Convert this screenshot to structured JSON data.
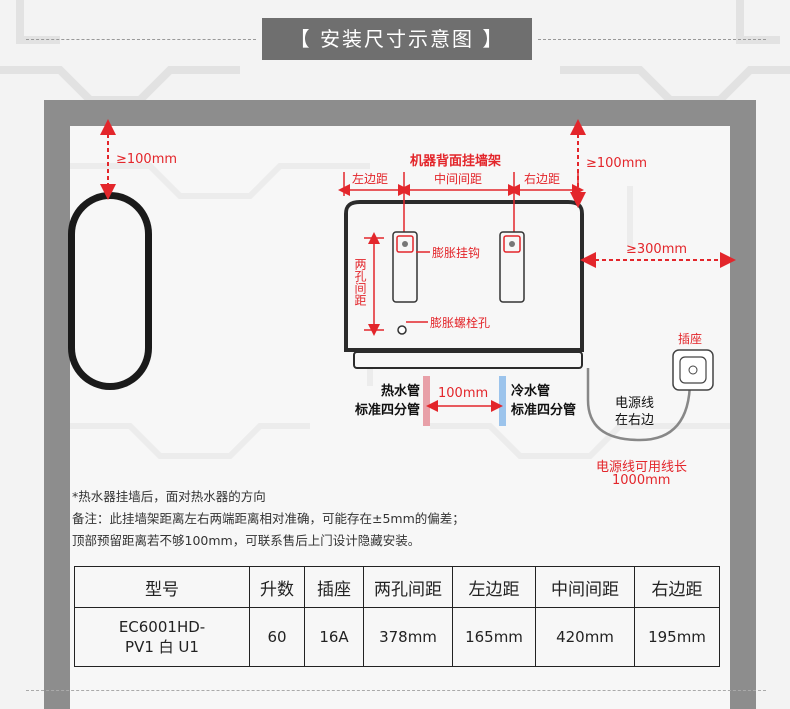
{
  "title": "【 安装尺寸示意图 】",
  "colors": {
    "red": "#e3262b",
    "gray": "#8d8d8d",
    "hot_pipe": "#e8a0a8",
    "cold_pipe": "#9cc4ec"
  },
  "labels": {
    "top_left_clearance": "≥100mm",
    "top_right_clearance": "≥100mm",
    "side_clearance": "≥300mm",
    "bracket_title": "机器背面挂墙架",
    "left_margin": "左边距",
    "center_spacing": "中间间距",
    "right_margin": "右边距",
    "hole_spacing": "两孔间距",
    "expansion_hook": "膨胀挂钩",
    "expansion_bolt_hole": "膨胀螺栓孔",
    "socket": "插座",
    "hot_pipe_line1": "热水管",
    "hot_pipe_line2": "标准四分管",
    "pipe_spacing": "100mm",
    "cold_pipe_line1": "冷水管",
    "cold_pipe_line2": "标准四分管",
    "cord_side_line1": "电源线",
    "cord_side_line2": "在右边",
    "cord_length_line1": "电源线可用线长",
    "cord_length_line2": "1000mm"
  },
  "notes": [
    "*热水器挂墙后，面对热水器的方向",
    "备注：此挂墙架距离左右两端距离相对准确，可能存在±5mm的偏差；",
    "顶部预留距离若不够100mm，可联系售后上门设计隐藏安装。"
  ],
  "table": {
    "headers": [
      "型号",
      "升数",
      "插座",
      "两孔间距",
      "左边距",
      "中间间距",
      "右边距"
    ],
    "row": {
      "model_line1": "EC6001HD-",
      "model_line2": "PV1 白 U1",
      "liters": "60",
      "socket": "16A",
      "hole_spacing": "378mm",
      "left_margin": "165mm",
      "center_spacing": "420mm",
      "right_margin": "195mm"
    }
  }
}
